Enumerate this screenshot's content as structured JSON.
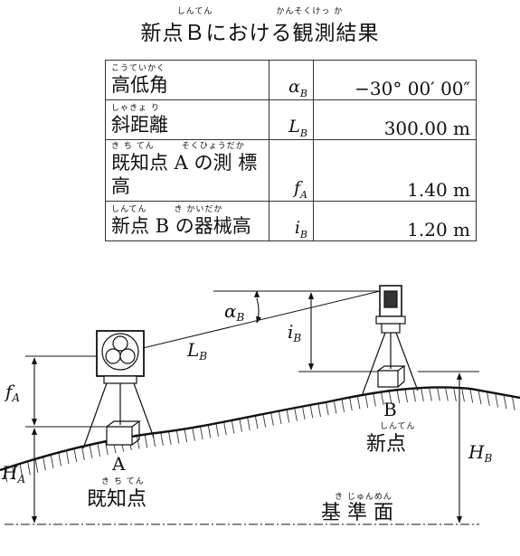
{
  "title": {
    "ruby": "しんてん　　　　　　　かんそくけっ か",
    "text": "新点Ｂにおける観測結果"
  },
  "table": [
    {
      "ruby": "こうていかく",
      "name": "高低角",
      "symbol": "α",
      "sub": "B",
      "value": "−30°  00′ 00″"
    },
    {
      "ruby": "しゃきょ り",
      "name": "斜距離",
      "symbol": "L",
      "sub": "B",
      "value": "300.00 m"
    },
    {
      "ruby": "き ち てん　　　そくひょうだか",
      "name": "既知点 A の測 標 高",
      "symbol": "f",
      "sub": "A",
      "value": "1.40 m"
    },
    {
      "ruby": "しんてん　　　き かいだか",
      "name": "新点 B の器械高",
      "symbol": "i",
      "sub": "B",
      "value": "1.20 m"
    }
  ],
  "figure": {
    "alpha": "α",
    "alpha_sub": "B",
    "L": "L",
    "L_sub": "B",
    "i": "i",
    "i_sub": "B",
    "f": "f",
    "f_sub": "A",
    "HA": "H",
    "HA_sub": "A",
    "HB": "H",
    "HB_sub": "B",
    "pointA_letter": "A",
    "pointA_ruby": "き ち てん",
    "pointA_name": "既知点",
    "pointB_letter": "B",
    "pointB_ruby": "しんてん",
    "pointB_name": "新点",
    "datum_ruby": "き じゅんめん",
    "datum_name": "基 準 面"
  }
}
